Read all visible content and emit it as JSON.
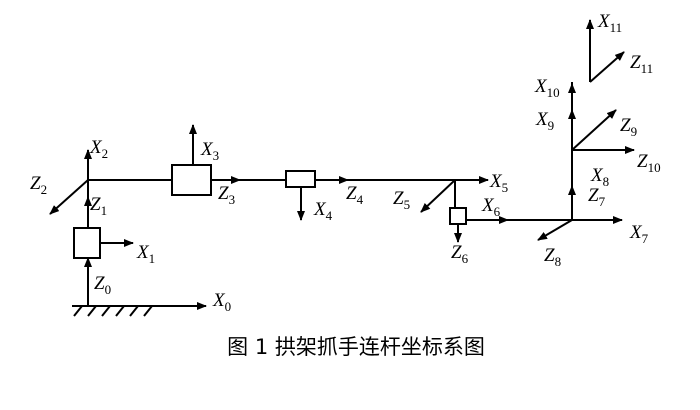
{
  "labels": {
    "X0": {
      "main": "X",
      "sub": "0"
    },
    "Z0": {
      "main": "Z",
      "sub": "0"
    },
    "X1": {
      "main": "X",
      "sub": "1"
    },
    "Z1": {
      "main": "Z",
      "sub": "1"
    },
    "X2": {
      "main": "X",
      "sub": "2"
    },
    "Z2": {
      "main": "Z",
      "sub": "2"
    },
    "X3": {
      "main": "X",
      "sub": "3"
    },
    "Z3": {
      "main": "Z",
      "sub": "3"
    },
    "X4": {
      "main": "X",
      "sub": "4"
    },
    "Z4": {
      "main": "Z",
      "sub": "4"
    },
    "X5": {
      "main": "X",
      "sub": "5"
    },
    "Z5": {
      "main": "Z",
      "sub": "5"
    },
    "X6": {
      "main": "X",
      "sub": "6"
    },
    "Z6": {
      "main": "Z",
      "sub": "6"
    },
    "X7": {
      "main": "X",
      "sub": "7"
    },
    "Z7": {
      "main": "Z",
      "sub": "7"
    },
    "X8": {
      "main": "X",
      "sub": "8"
    },
    "Z8": {
      "main": "Z",
      "sub": "8"
    },
    "X9": {
      "main": "X",
      "sub": "9"
    },
    "Z9": {
      "main": "Z",
      "sub": "9"
    },
    "X10": {
      "main": "X",
      "sub": "10"
    },
    "Z10": {
      "main": "Z",
      "sub": "10"
    },
    "X11": {
      "main": "X",
      "sub": "11"
    },
    "Z11": {
      "main": "Z",
      "sub": "11"
    }
  },
  "caption": {
    "text": "图 1 拱架抓手连杆坐标系图"
  }
}
